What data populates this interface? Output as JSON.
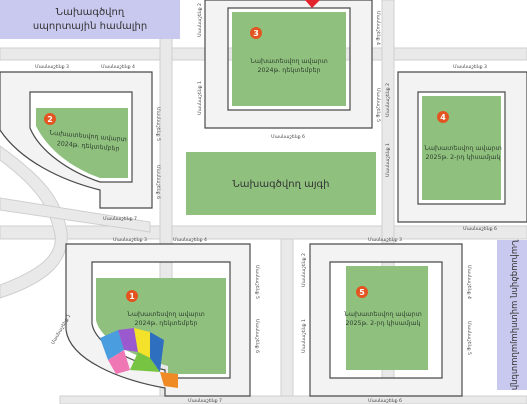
{
  "colors": {
    "background": "#ffffff",
    "road": "#e8e8e8",
    "road_edge": "#d0d0d0",
    "building": "#f2f2f2",
    "building_edge": "#555555",
    "courtyard": "#8fc07e",
    "park": "#8fc07e",
    "label_box": "#c9c8ee",
    "badge": "#e35420",
    "pointer": "#e3242b",
    "playground": [
      "#4a9ee0",
      "#9b59d0",
      "#ee77b4",
      "#f3e12a",
      "#77c443",
      "#f08a24",
      "#2f6fc0"
    ]
  },
  "top_left_label": {
    "line1": "Նախագծվող",
    "line2": "սպորտային համալիր"
  },
  "park_label": "Նախագծվող այգի",
  "side_label": "Նախագծվող ավտոկայանատեղի",
  "blocks": [
    {
      "badge": "1",
      "line1": "Նախատեսվող ավարտ",
      "line2": "2024թ. դեկտեմբեր"
    },
    {
      "badge": "2",
      "line1": "Նախատեսվող ավարտ",
      "line2": "2024թ. դեկտեմբեր"
    },
    {
      "badge": "3",
      "line1": "Նախատեսվող ավարտ",
      "line2": "2024թ. դեկտեմբեր"
    },
    {
      "badge": "4",
      "line1": "Նախատեսվող ավարտ",
      "line2": "2025թ. 2-րդ կիսամյակ"
    },
    {
      "badge": "5",
      "line1": "Նախատեսվող ավարտ",
      "line2": "2025թ. 2-րդ կիսամյակ"
    }
  ],
  "entrances": {
    "e1": "Մասնաշենք 1",
    "e2": "Մասնաշենք 2",
    "e3": "Մասնաշենք 3",
    "e4": "Մասնաշենք 4",
    "e5": "Մասնաշենք 5",
    "e6": "Մասնաշենք 6",
    "e7": "Մասնաշենք 7",
    "e8": "Մասնաշենք 8"
  }
}
